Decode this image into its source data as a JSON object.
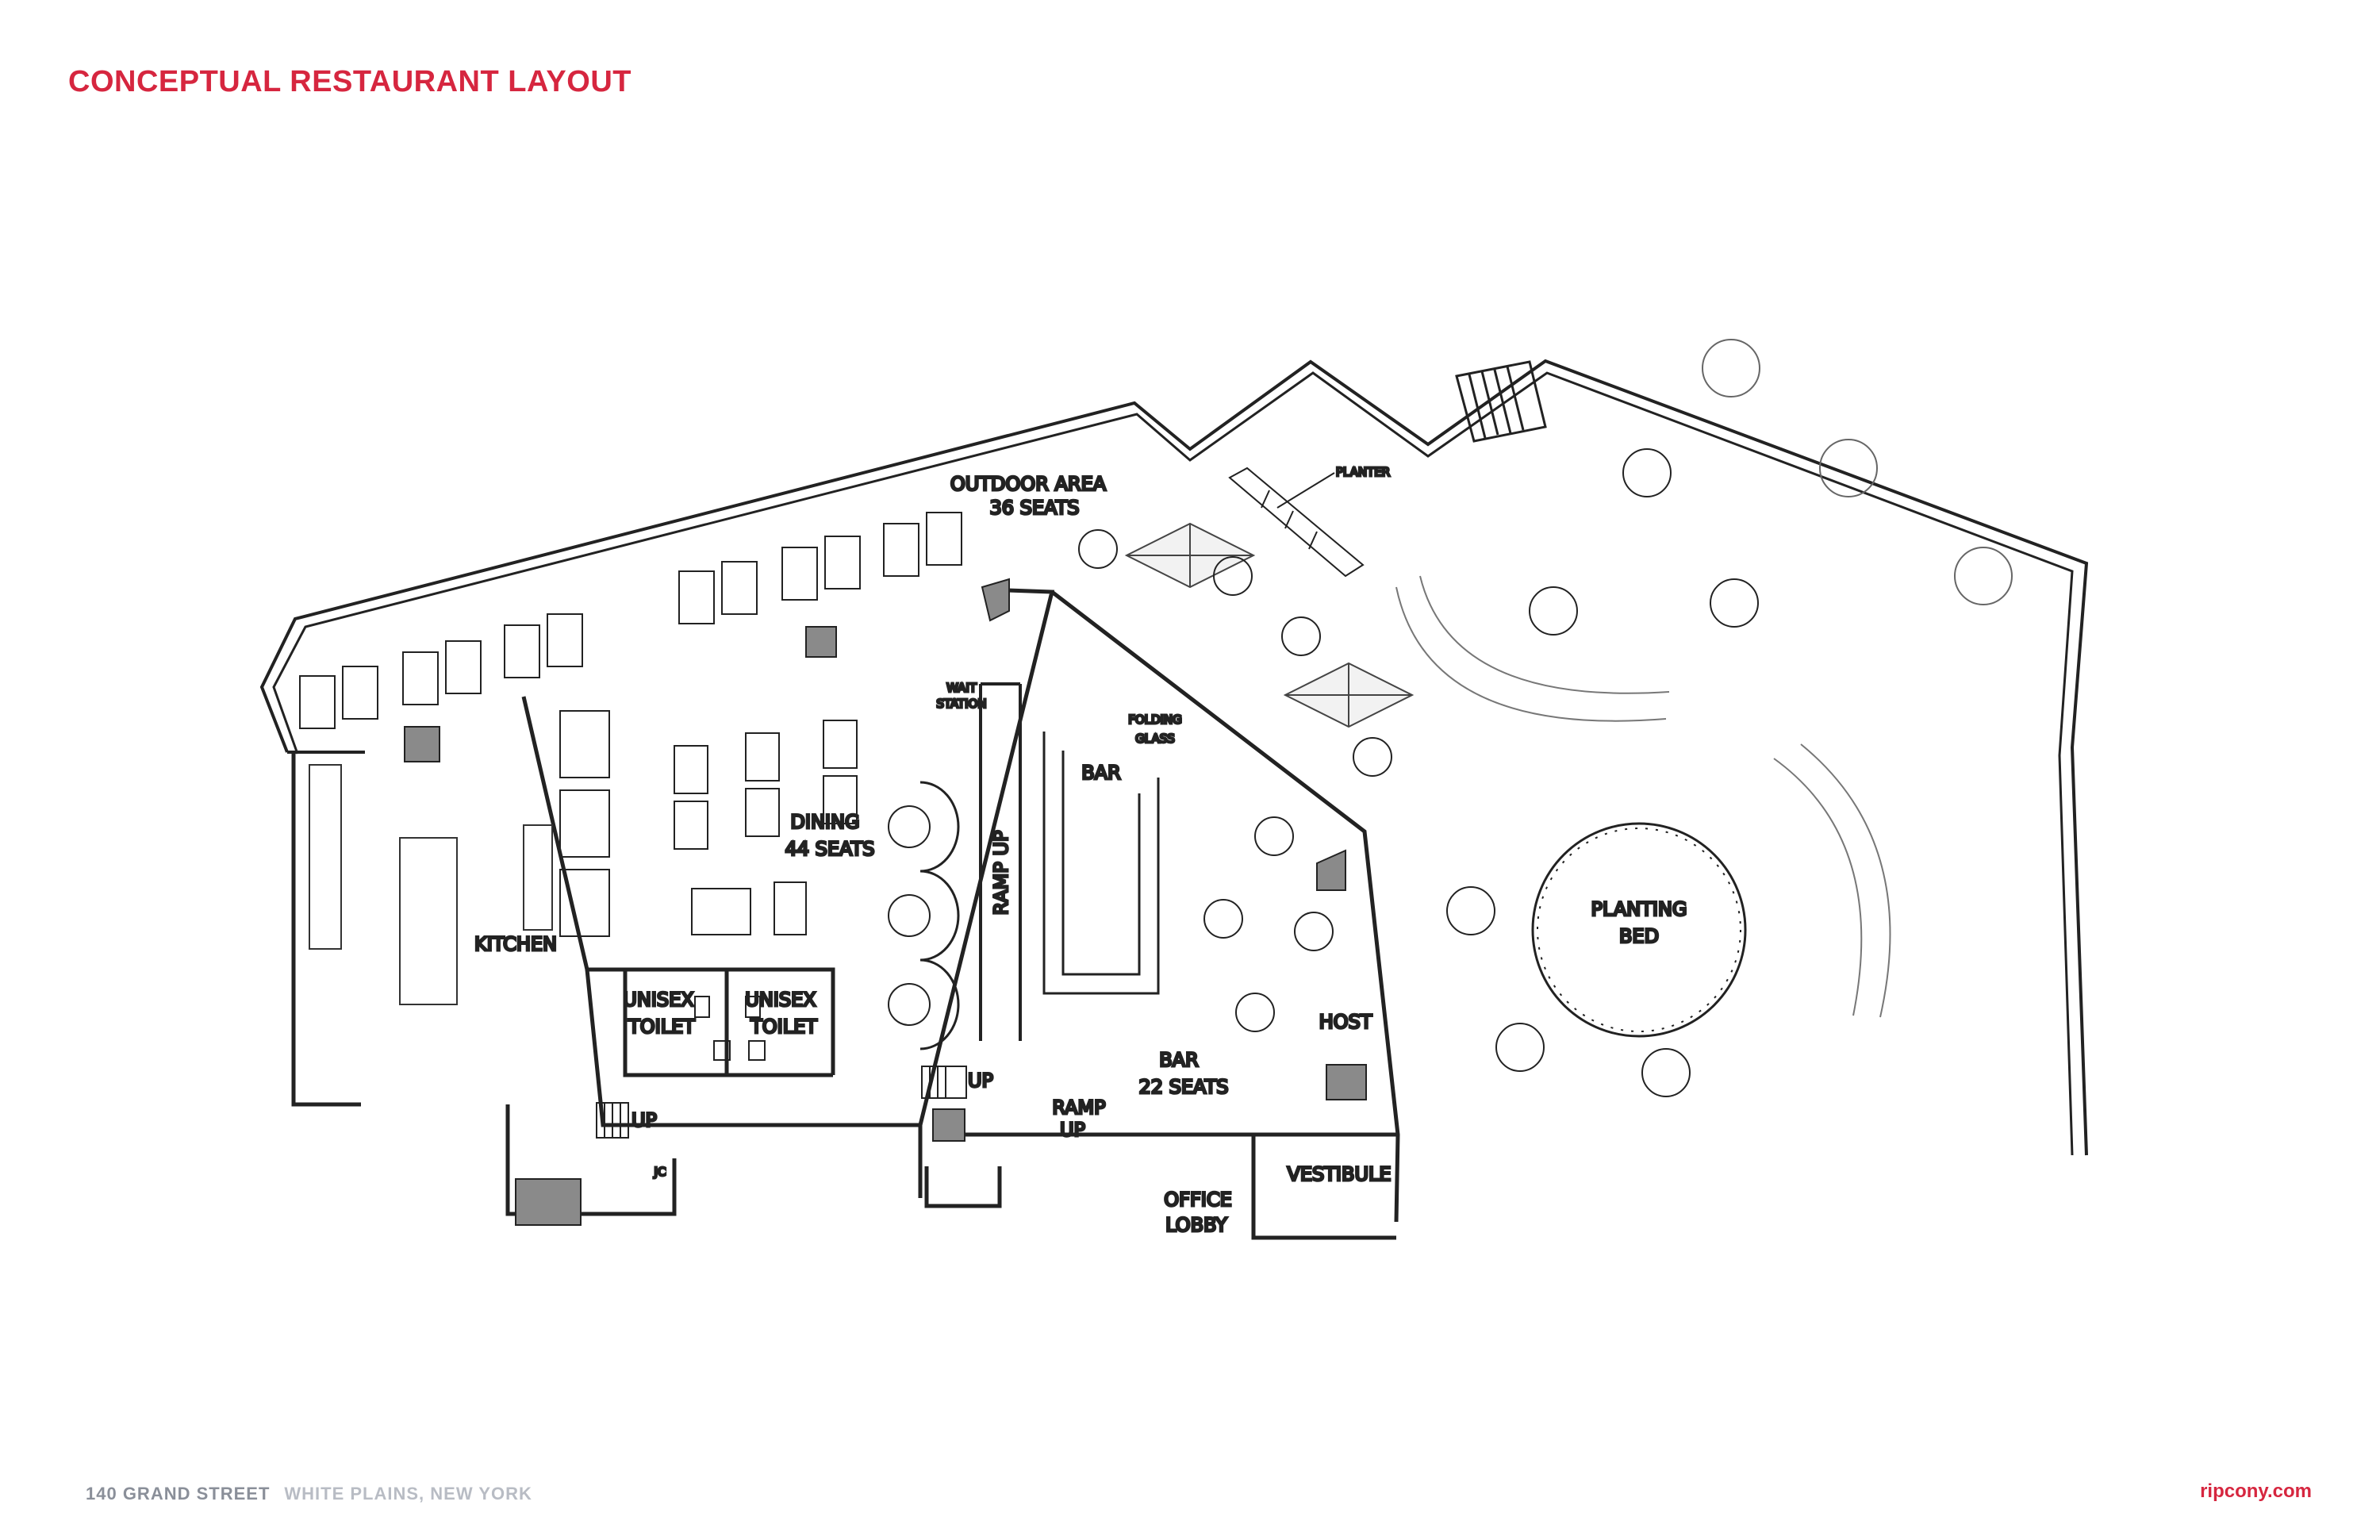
{
  "header": {
    "title": "CONCEPTUAL RESTAURANT LAYOUT"
  },
  "footer": {
    "address": "140 GRAND STREET",
    "city": "WHITE PLAINS, NEW YORK",
    "website": "ripcony.com"
  },
  "plan": {
    "outdoor_area": "OUTDOOR AREA",
    "outdoor_seats": "36 SEATS",
    "planter": "PLANTER",
    "wait": "WAIT",
    "station": "STATION",
    "folding": "FOLDING",
    "glass": "GLASS",
    "bar": "BAR",
    "dining": "DINING",
    "dining_seats": "44 SEATS",
    "ramp_up": "RAMP UP",
    "kitchen": "KITCHEN",
    "unisex": "UNISEX",
    "toilet": "TOILET",
    "up": "UP",
    "jc": "JC",
    "ramp": "RAMP",
    "bar_seats": "22 SEATS",
    "host": "HOST",
    "office": "OFFICE",
    "lobby": "LOBBY",
    "vestibule": "VESTIBULE",
    "planting": "PLANTING",
    "bed": "BED"
  }
}
